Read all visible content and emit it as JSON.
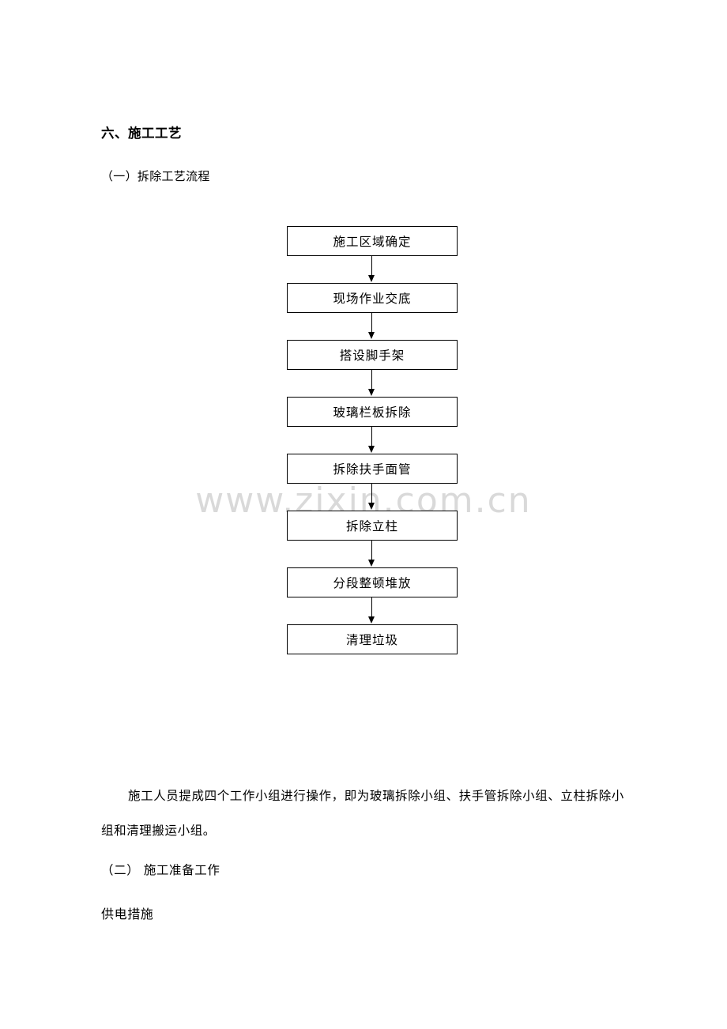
{
  "document": {
    "heading": "六、施工工艺",
    "subheading": "（一）拆除工艺流程",
    "flowchart": {
      "nodes": [
        "施工区域确定",
        "现场作业交底",
        "搭设脚手架",
        "玻璃栏板拆除",
        "拆除扶手面管",
        "拆除立柱",
        "分段整顿堆放",
        "清理垃圾"
      ]
    },
    "watermark": "www.zixin.com.cn",
    "paragraphs": [
      "施工人员提成四个工作小组进行操作，即为玻璃拆除小组、扶手管拆除小组、立柱拆除小组和清理搬运小组。",
      "（二） 施工准备工作",
      "供电措施"
    ]
  }
}
